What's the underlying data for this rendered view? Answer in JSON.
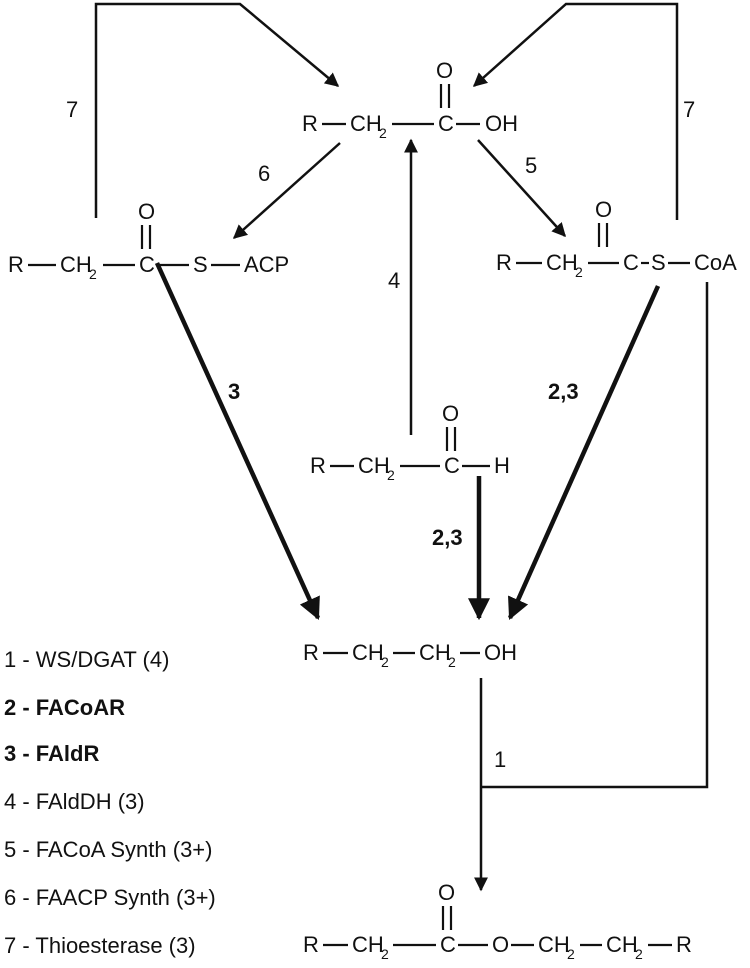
{
  "molecules": {
    "fatty_acid": {
      "r": "R",
      "ch2": "CH",
      "sub": "2",
      "c": "C",
      "o": "O",
      "oh": "OH"
    },
    "acyl_acp": {
      "r": "R",
      "ch2": "CH",
      "sub": "2",
      "c": "C",
      "o": "O",
      "s": "S",
      "acp": "ACP"
    },
    "acyl_coa": {
      "r": "R",
      "ch2": "CH",
      "sub": "2",
      "c": "C",
      "o": "O",
      "s": "S",
      "coa": "CoA"
    },
    "aldehyde": {
      "r": "R",
      "ch2": "CH",
      "sub": "2",
      "c": "C",
      "o": "O",
      "h": "H"
    },
    "alcohol": {
      "r": "R",
      "ch2a": "CH",
      "sub_a": "2",
      "ch2b": "CH",
      "sub_b": "2",
      "oh": "OH"
    },
    "wax_ester": {
      "r1": "R",
      "ch2a": "CH",
      "sub_a": "2",
      "c": "C",
      "o_dbl": "O",
      "o": "O",
      "ch2b": "CH",
      "sub_b": "2",
      "ch2c": "CH",
      "sub_c": "2",
      "r2": "R"
    }
  },
  "arrow_labels": {
    "thioesterase_left": "7",
    "thioesterase_right": "7",
    "faacp_synth": "6",
    "facoa_synth": "5",
    "faldh": "4",
    "fald_r_from_acp": "3",
    "facoar_faldr_from_coa": "2,3",
    "facoar_faldr_from_ald": "2,3",
    "ws_dgat": "1"
  },
  "legend": [
    {
      "text": "1 - WS/DGAT (4)",
      "bold": false
    },
    {
      "text": "2 - FACoAR",
      "bold": true
    },
    {
      "text": "3 - FAldR",
      "bold": true
    },
    {
      "text": "4 - FAldDH (3)",
      "bold": false
    },
    {
      "text": "5 - FACoA Synth (3+)",
      "bold": false
    },
    {
      "text": "6 - FAACP Synth (3+)",
      "bold": false
    },
    {
      "text": "7 - Thioesterase (3)",
      "bold": false
    }
  ]
}
